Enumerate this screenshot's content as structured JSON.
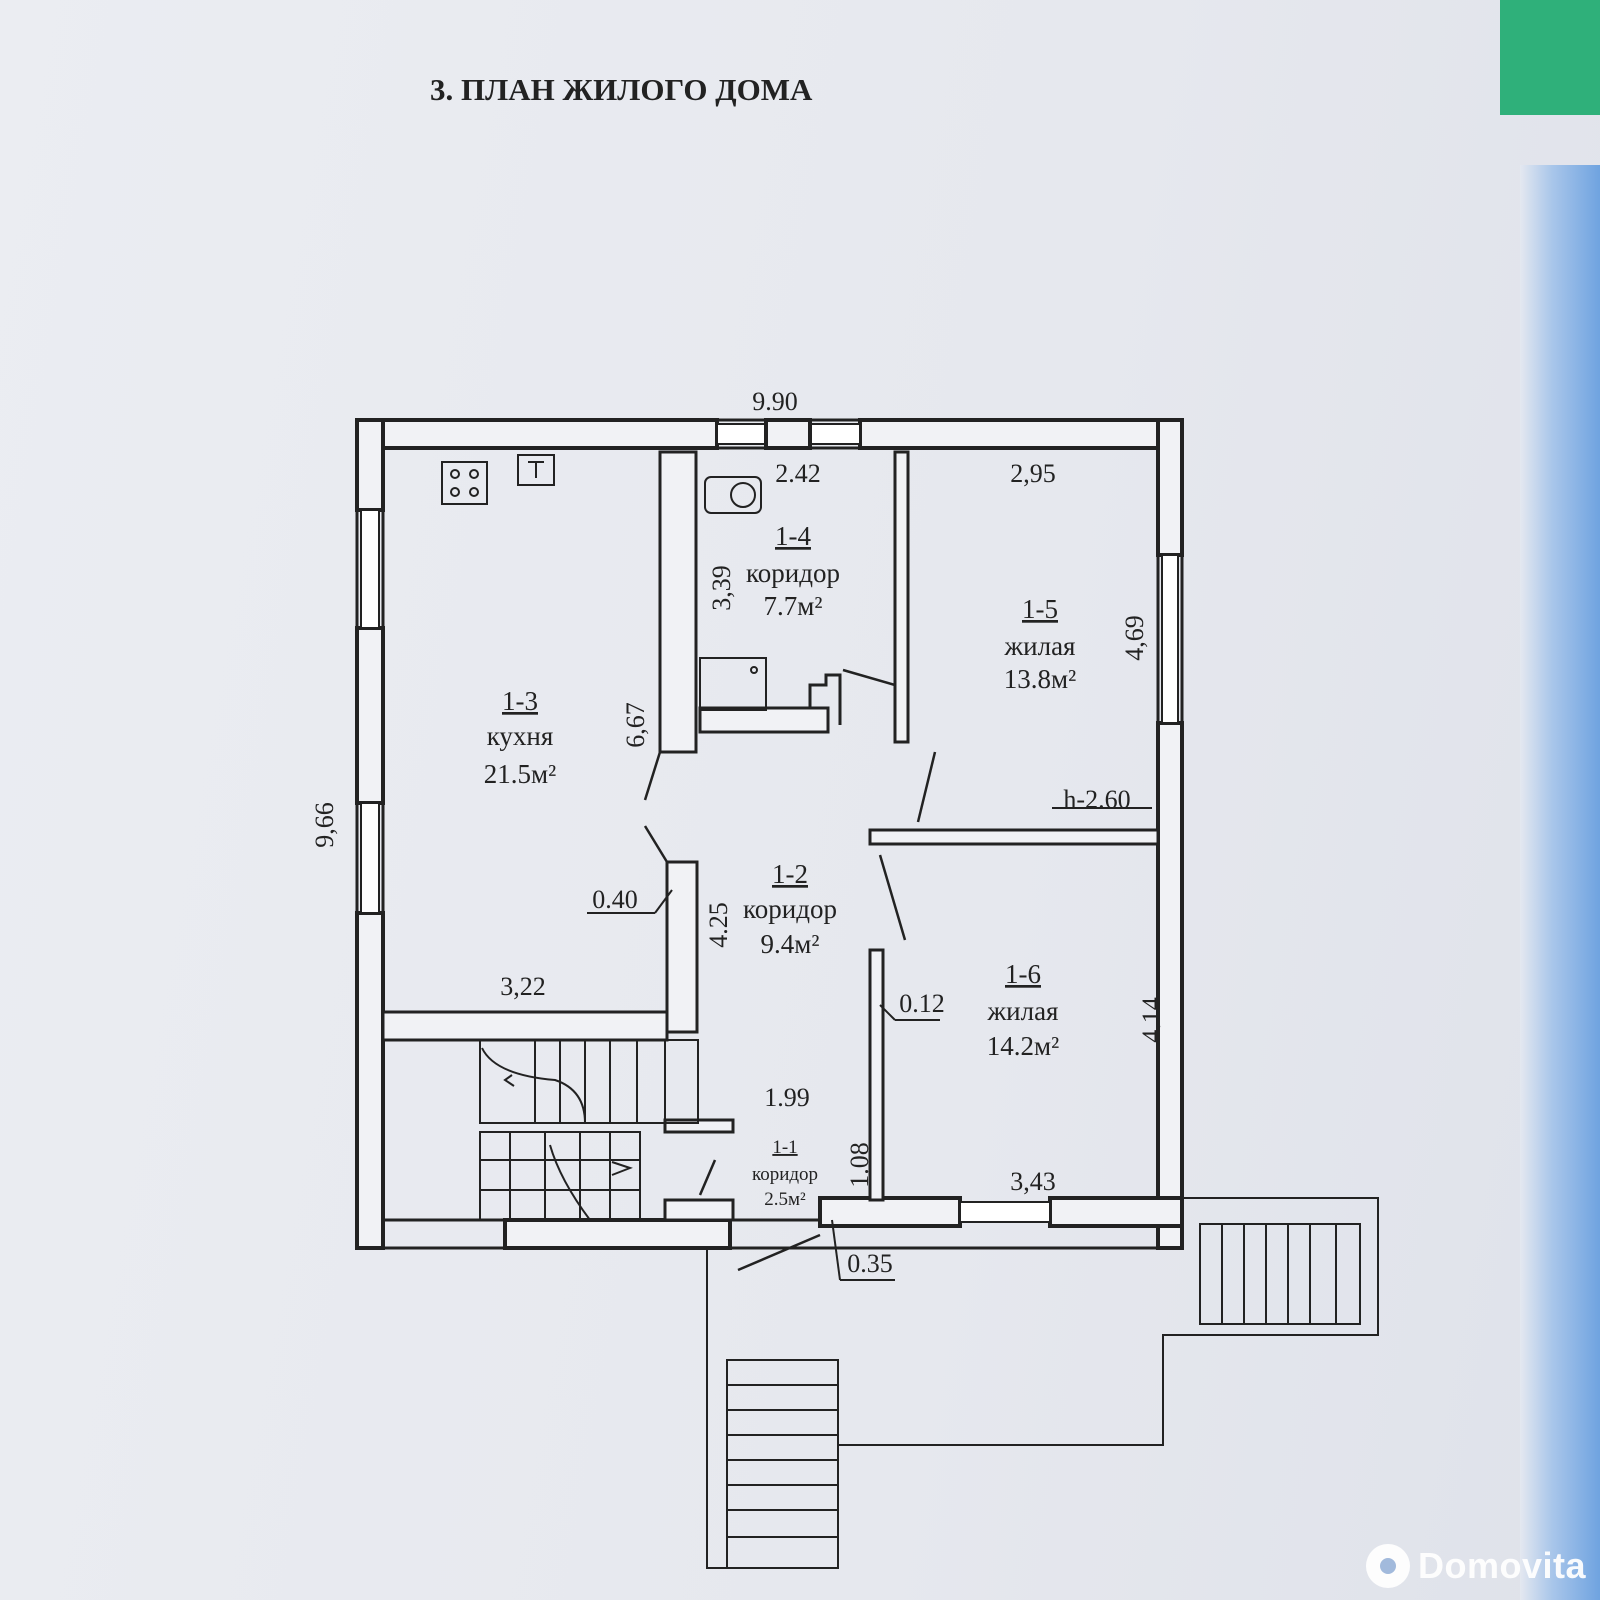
{
  "title": "3. ПЛАН ЖИЛОГО ДОМА",
  "rooms": [
    {
      "id": "1-1",
      "name": "коридор",
      "area": "2.5м²"
    },
    {
      "id": "1-2",
      "name": "коридор",
      "area": "9.4м²"
    },
    {
      "id": "1-3",
      "name": "кухня",
      "area": "21.5м²"
    },
    {
      "id": "1-4",
      "name": "коридор",
      "area": "7.7м²"
    },
    {
      "id": "1-5",
      "name": "жилая",
      "area": "13.8м²"
    },
    {
      "id": "1-6",
      "name": "жилая",
      "area": "14.2м²"
    }
  ],
  "dimensions": {
    "overall_width": "9.90",
    "overall_depth": "9,66",
    "room_1_4_width": "2.42",
    "room_1_4_depth": "3,39",
    "room_1_5_width": "2,95",
    "room_1_5_depth": "4,69",
    "ceiling_height": "h-2.60",
    "kitchen_depth": "6,67",
    "wall_thickness": "0.40",
    "corridor_depth": "4.25",
    "partition": "0.12",
    "kitchen_width": "3,22",
    "room_1_6_depth": "4.14",
    "corridor_width": "1.99",
    "vestibule_depth": "1.08",
    "room_1_6_width": "3,43",
    "entry_step": "0.35"
  },
  "watermark": "Domovita",
  "colors": {
    "ink": "#222222",
    "paper": "#ebedf2",
    "accent": "#2fb07a"
  }
}
